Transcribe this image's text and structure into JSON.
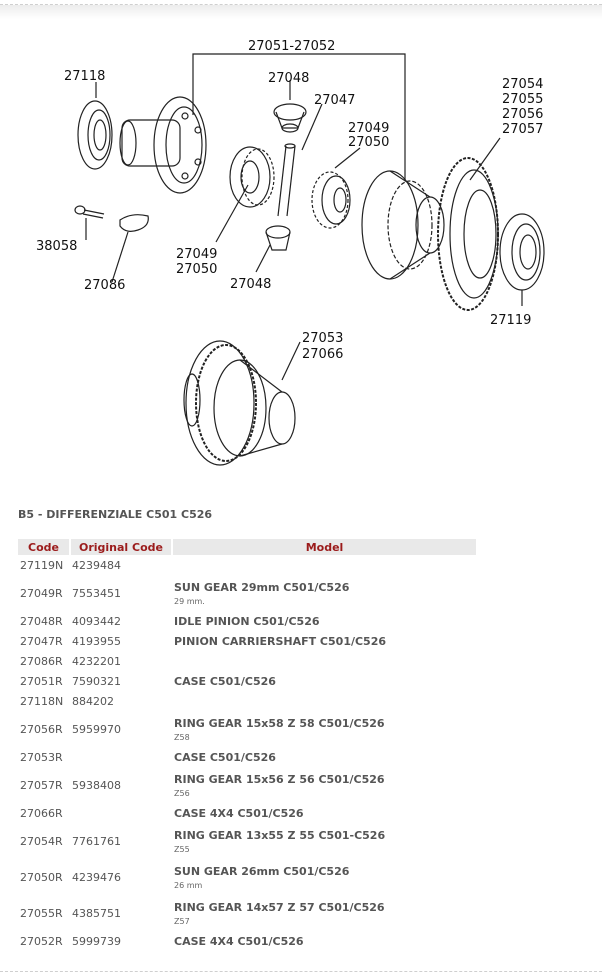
{
  "diagram": {
    "labels": {
      "l27051_27052": "27051-27052",
      "l27118": "27118",
      "l27048_top": "27048",
      "l27047": "27047",
      "l27049_top": "27049",
      "l27050_top": "27050",
      "l27054": "27054",
      "l27055": "27055",
      "l27056": "27056",
      "l27057": "27057",
      "l38058": "38058",
      "l27086": "27086",
      "l27049_bot": "27049",
      "l27050_bot": "27050",
      "l27048_bot": "27048",
      "l27119": "27119",
      "l27053": "27053",
      "l27066": "27066"
    }
  },
  "section": {
    "title": "B5 - DIFFERENZIALE C501 C526"
  },
  "table": {
    "headers": {
      "code": "Code",
      "original": "Original Code",
      "model": "Model"
    },
    "rows": [
      {
        "code": "27119N",
        "original": "4239484",
        "model": "",
        "sub": ""
      },
      {
        "code": "27049R",
        "original": "7553451",
        "model": "SUN GEAR 29mm C501/C526",
        "sub": "29 mm."
      },
      {
        "code": "27048R",
        "original": "4093442",
        "model": "IDLE PINION C501/C526",
        "sub": ""
      },
      {
        "code": "27047R",
        "original": "4193955",
        "model": "PINION CARRIERSHAFT C501/C526",
        "sub": ""
      },
      {
        "code": "27086R",
        "original": "4232201",
        "model": "",
        "sub": ""
      },
      {
        "code": "27051R",
        "original": "7590321",
        "model": "CASE C501/C526",
        "sub": ""
      },
      {
        "code": "27118N",
        "original": "884202",
        "model": "",
        "sub": ""
      },
      {
        "code": "27056R",
        "original": "5959970",
        "model": "RING GEAR 15x58 Z 58 C501/C526",
        "sub": "Z58"
      },
      {
        "code": "27053R",
        "original": "",
        "model": "CASE C501/C526",
        "sub": ""
      },
      {
        "code": "27057R",
        "original": "5938408",
        "model": "RING GEAR 15x56 Z 56 C501/C526",
        "sub": "Z56"
      },
      {
        "code": "27066R",
        "original": "",
        "model": "CASE 4X4 C501/C526",
        "sub": ""
      },
      {
        "code": "27054R",
        "original": "7761761",
        "model": "RING GEAR 13x55 Z 55 C501-C526",
        "sub": "Z55"
      },
      {
        "code": "27050R",
        "original": "4239476",
        "model": "SUN GEAR 26mm C501/C526",
        "sub": "26 mm"
      },
      {
        "code": "27055R",
        "original": "4385751",
        "model": "RING GEAR 14x57 Z 57 C501/C526",
        "sub": "Z57"
      },
      {
        "code": "27052R",
        "original": "5999739",
        "model": "CASE 4X4 C501/C526",
        "sub": ""
      }
    ]
  }
}
